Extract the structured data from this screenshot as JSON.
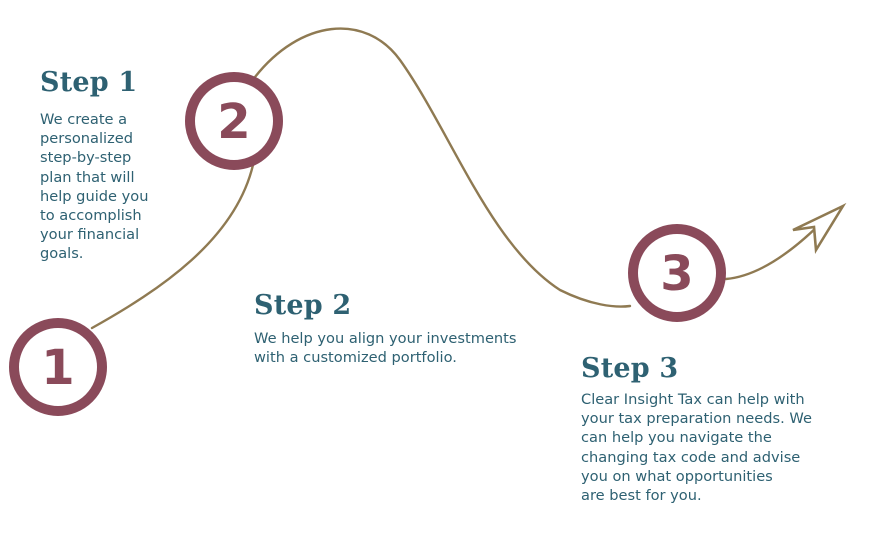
{
  "colors": {
    "path": "#8f7a52",
    "circle": "#8a4a5a",
    "text": "#2e6172"
  },
  "steps": [
    {
      "number": "1",
      "title": "Step 1",
      "lines": [
        "We create a",
        "personalized",
        "step-by-step",
        "plan that will",
        "help guide you",
        "to accomplish",
        "your financial",
        "goals."
      ]
    },
    {
      "number": "2",
      "title": "Step 2",
      "lines": [
        "We help you align your investments",
        "with a customized portfolio."
      ]
    },
    {
      "number": "3",
      "title": "Step 3",
      "lines": [
        "Clear Insight Tax can help with",
        "your tax preparation needs. We",
        "can help you navigate the",
        "changing tax code and advise",
        "you on what opportunities",
        "are best for you."
      ]
    }
  ]
}
